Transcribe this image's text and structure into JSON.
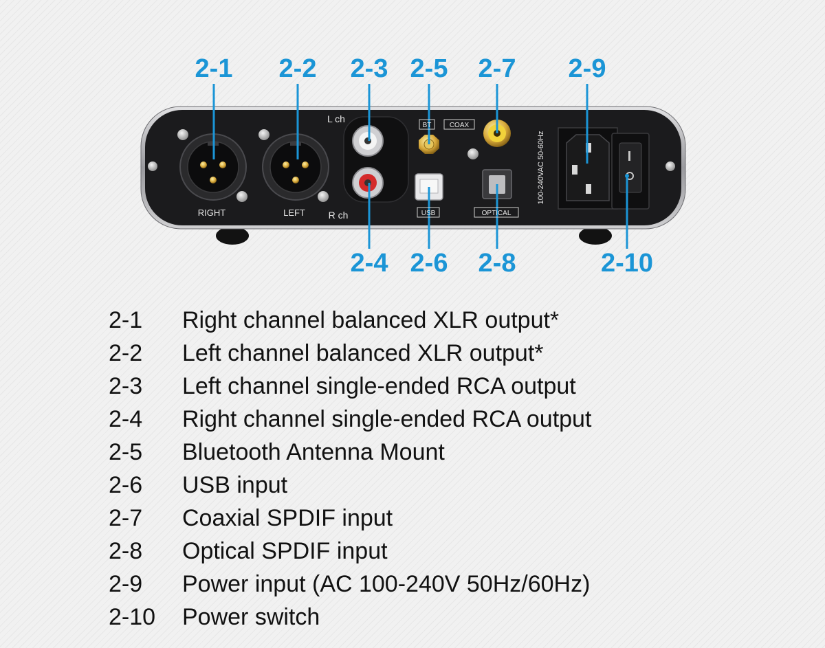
{
  "callouts": [
    {
      "label": "2-1"
    },
    {
      "label": "2-2"
    },
    {
      "label": "2-3"
    },
    {
      "label": "2-5"
    },
    {
      "label": "2-7"
    },
    {
      "label": "2-9"
    },
    {
      "label": "2-4"
    },
    {
      "label": "2-6"
    },
    {
      "label": "2-8"
    },
    {
      "label": "2-10"
    }
  ],
  "panel_labels": {
    "right": "RIGHT",
    "left": "LEFT",
    "lch": "L ch",
    "rch": "R ch",
    "bt": "BT",
    "coax": "COAX",
    "usb": "USB",
    "optical": "OPTICAL",
    "voltage": "100-240VAC 50-60Hz"
  },
  "legend": [
    {
      "code": "2-1",
      "text": "Right channel balanced XLR output*"
    },
    {
      "code": "2-2",
      "text": "Left channel balanced XLR output*"
    },
    {
      "code": "2-3",
      "text": "Left channel single-ended RCA output"
    },
    {
      "code": "2-4",
      "text": "Right channel single-ended RCA output"
    },
    {
      "code": "2-5",
      "text": "Bluetooth Antenna Mount"
    },
    {
      "code": "2-6",
      "text": "USB input"
    },
    {
      "code": "2-7",
      "text": "Coaxial SPDIF input"
    },
    {
      "code": "2-8",
      "text": "Optical SPDIF input"
    },
    {
      "code": "2-9",
      "text": "Power input (AC 100-240V 50Hz/60Hz)"
    },
    {
      "code": "2-10",
      "text": "Power switch"
    }
  ],
  "colors": {
    "callout": "#1b95d6",
    "panel": "#1a1a1c",
    "text": "#111111"
  }
}
